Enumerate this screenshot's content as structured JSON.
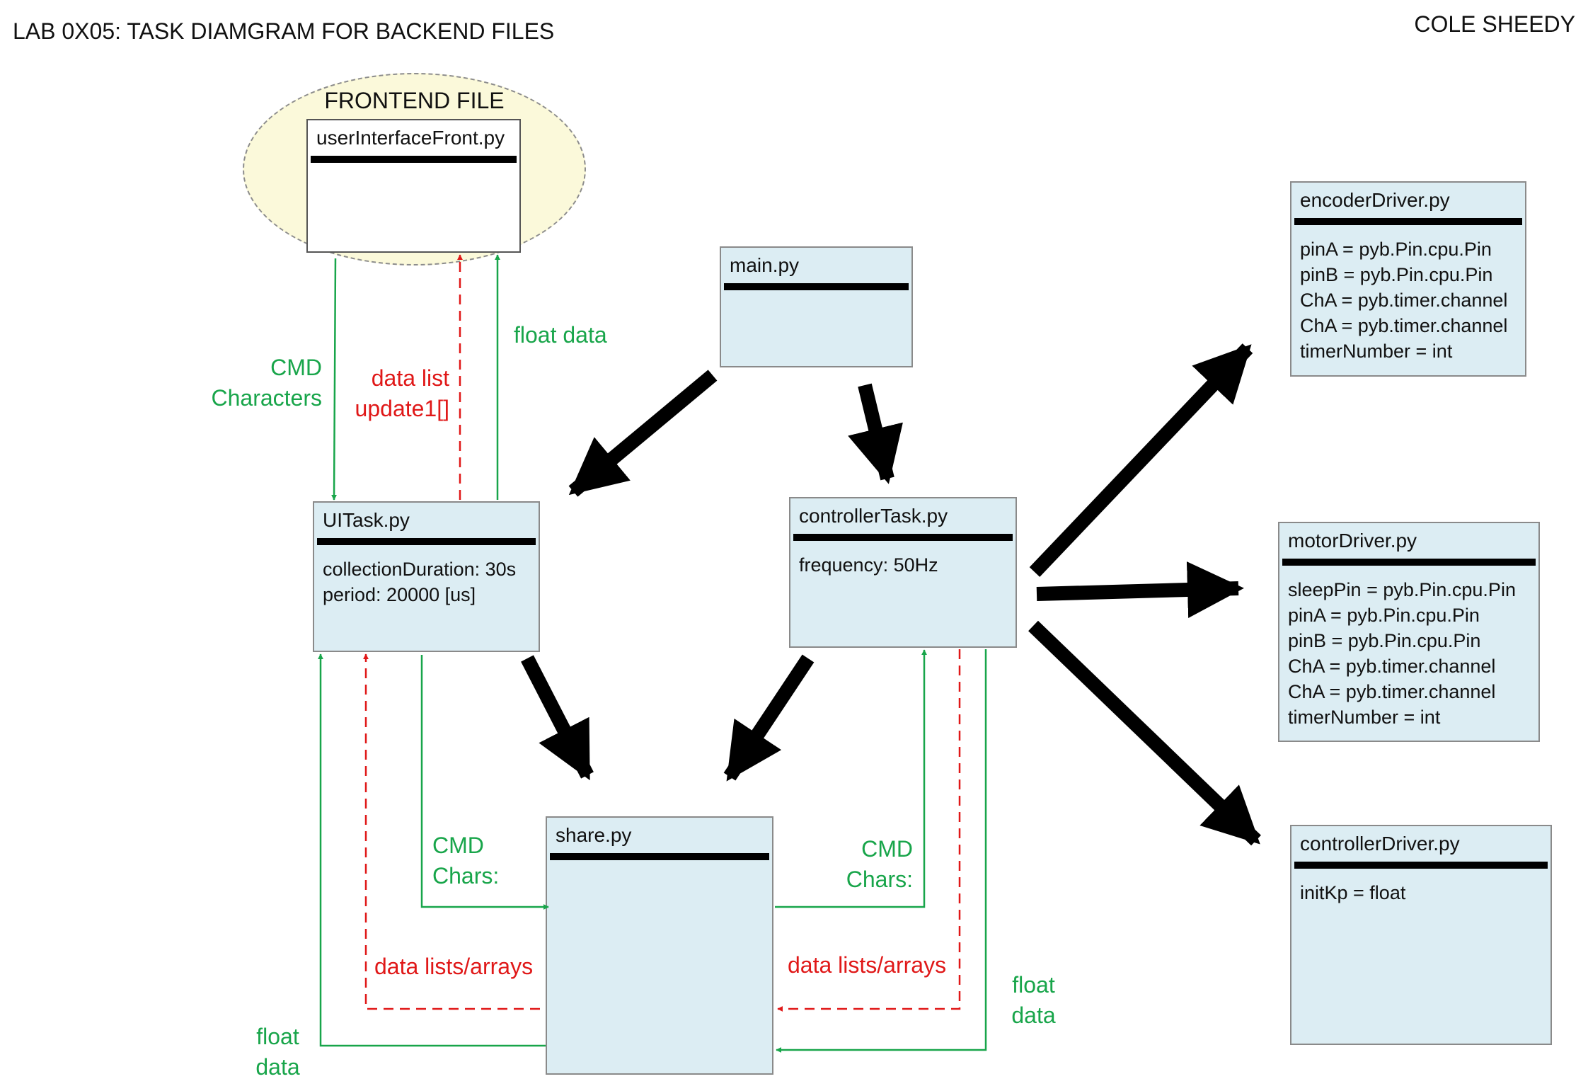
{
  "header": {
    "title": "LAB 0X05: TASK DIAMGRAM FOR BACKEND FILES",
    "author": "COLE SHEEDY"
  },
  "frontend": {
    "group_label": "FRONTEND FILE",
    "file": "userInterfaceFront.py"
  },
  "boxes": {
    "main": {
      "name": "main.py"
    },
    "uitask": {
      "name": "UITask.py",
      "attrs": [
        "collectionDuration: 30s",
        "period: 20000 [us]"
      ]
    },
    "controllertask": {
      "name": "controllerTask.py",
      "attrs": [
        "frequency: 50Hz"
      ]
    },
    "share": {
      "name": "share.py"
    },
    "encoder": {
      "name": "encoderDriver.py",
      "attrs": [
        "pinA = pyb.Pin.cpu.Pin",
        "pinB = pyb.Pin.cpu.Pin",
        "ChA = pyb.timer.channel",
        "ChA = pyb.timer.channel",
        "timerNumber = int"
      ]
    },
    "motor": {
      "name": "motorDriver.py",
      "attrs": [
        "sleepPin = pyb.Pin.cpu.Pin",
        "pinA = pyb.Pin.cpu.Pin",
        "pinB = pyb.Pin.cpu.Pin",
        "ChA = pyb.timer.channel",
        "ChA = pyb.timer.channel",
        "timerNumber = int"
      ]
    },
    "controllerdriver": {
      "name": "controllerDriver.py",
      "attrs": [
        "initKp = float"
      ]
    }
  },
  "labels": {
    "cmd_characters": [
      "CMD",
      "Characters"
    ],
    "data_list_update": [
      "data list",
      "update1[]"
    ],
    "float_data_top": "float data",
    "cmd_chars_left": [
      "CMD",
      "Chars:"
    ],
    "cmd_chars_right": [
      "CMD",
      "Chars:"
    ],
    "data_lists_left": "data lists/arrays",
    "data_lists_right": "data lists/arrays",
    "float_data_left": [
      "float",
      "data"
    ],
    "float_data_right": [
      "float",
      "data"
    ]
  },
  "colors": {
    "green": "#18a54a",
    "red": "#e01818",
    "box_fill": "#dcedf3",
    "frontend_fill": "#fbf9da"
  }
}
